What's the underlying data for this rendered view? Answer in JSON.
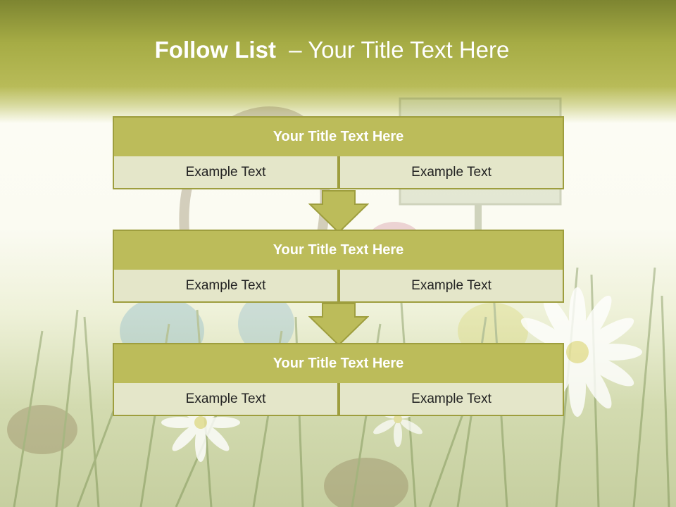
{
  "slide": {
    "title_bold": "Follow List",
    "title_rest": "  – Your Title Text Here"
  },
  "blocks": [
    {
      "title": "Your Title Text Here",
      "left": "Example Text",
      "right": "Example Text"
    },
    {
      "title": "Your Title Text Here",
      "left": "Example Text",
      "right": "Example Text"
    },
    {
      "title": "Your Title Text Here",
      "left": "Example Text",
      "right": "Example Text"
    }
  ],
  "colors": {
    "header_band": "#a6ac45",
    "block_title_fill": "#bcbc5a",
    "block_cell_fill": "#e4e6c9",
    "border": "#9e9e3e"
  },
  "icons": [
    "down-arrow-icon",
    "easter-basket-illustration",
    "daisy-flower",
    "easter-egg"
  ]
}
